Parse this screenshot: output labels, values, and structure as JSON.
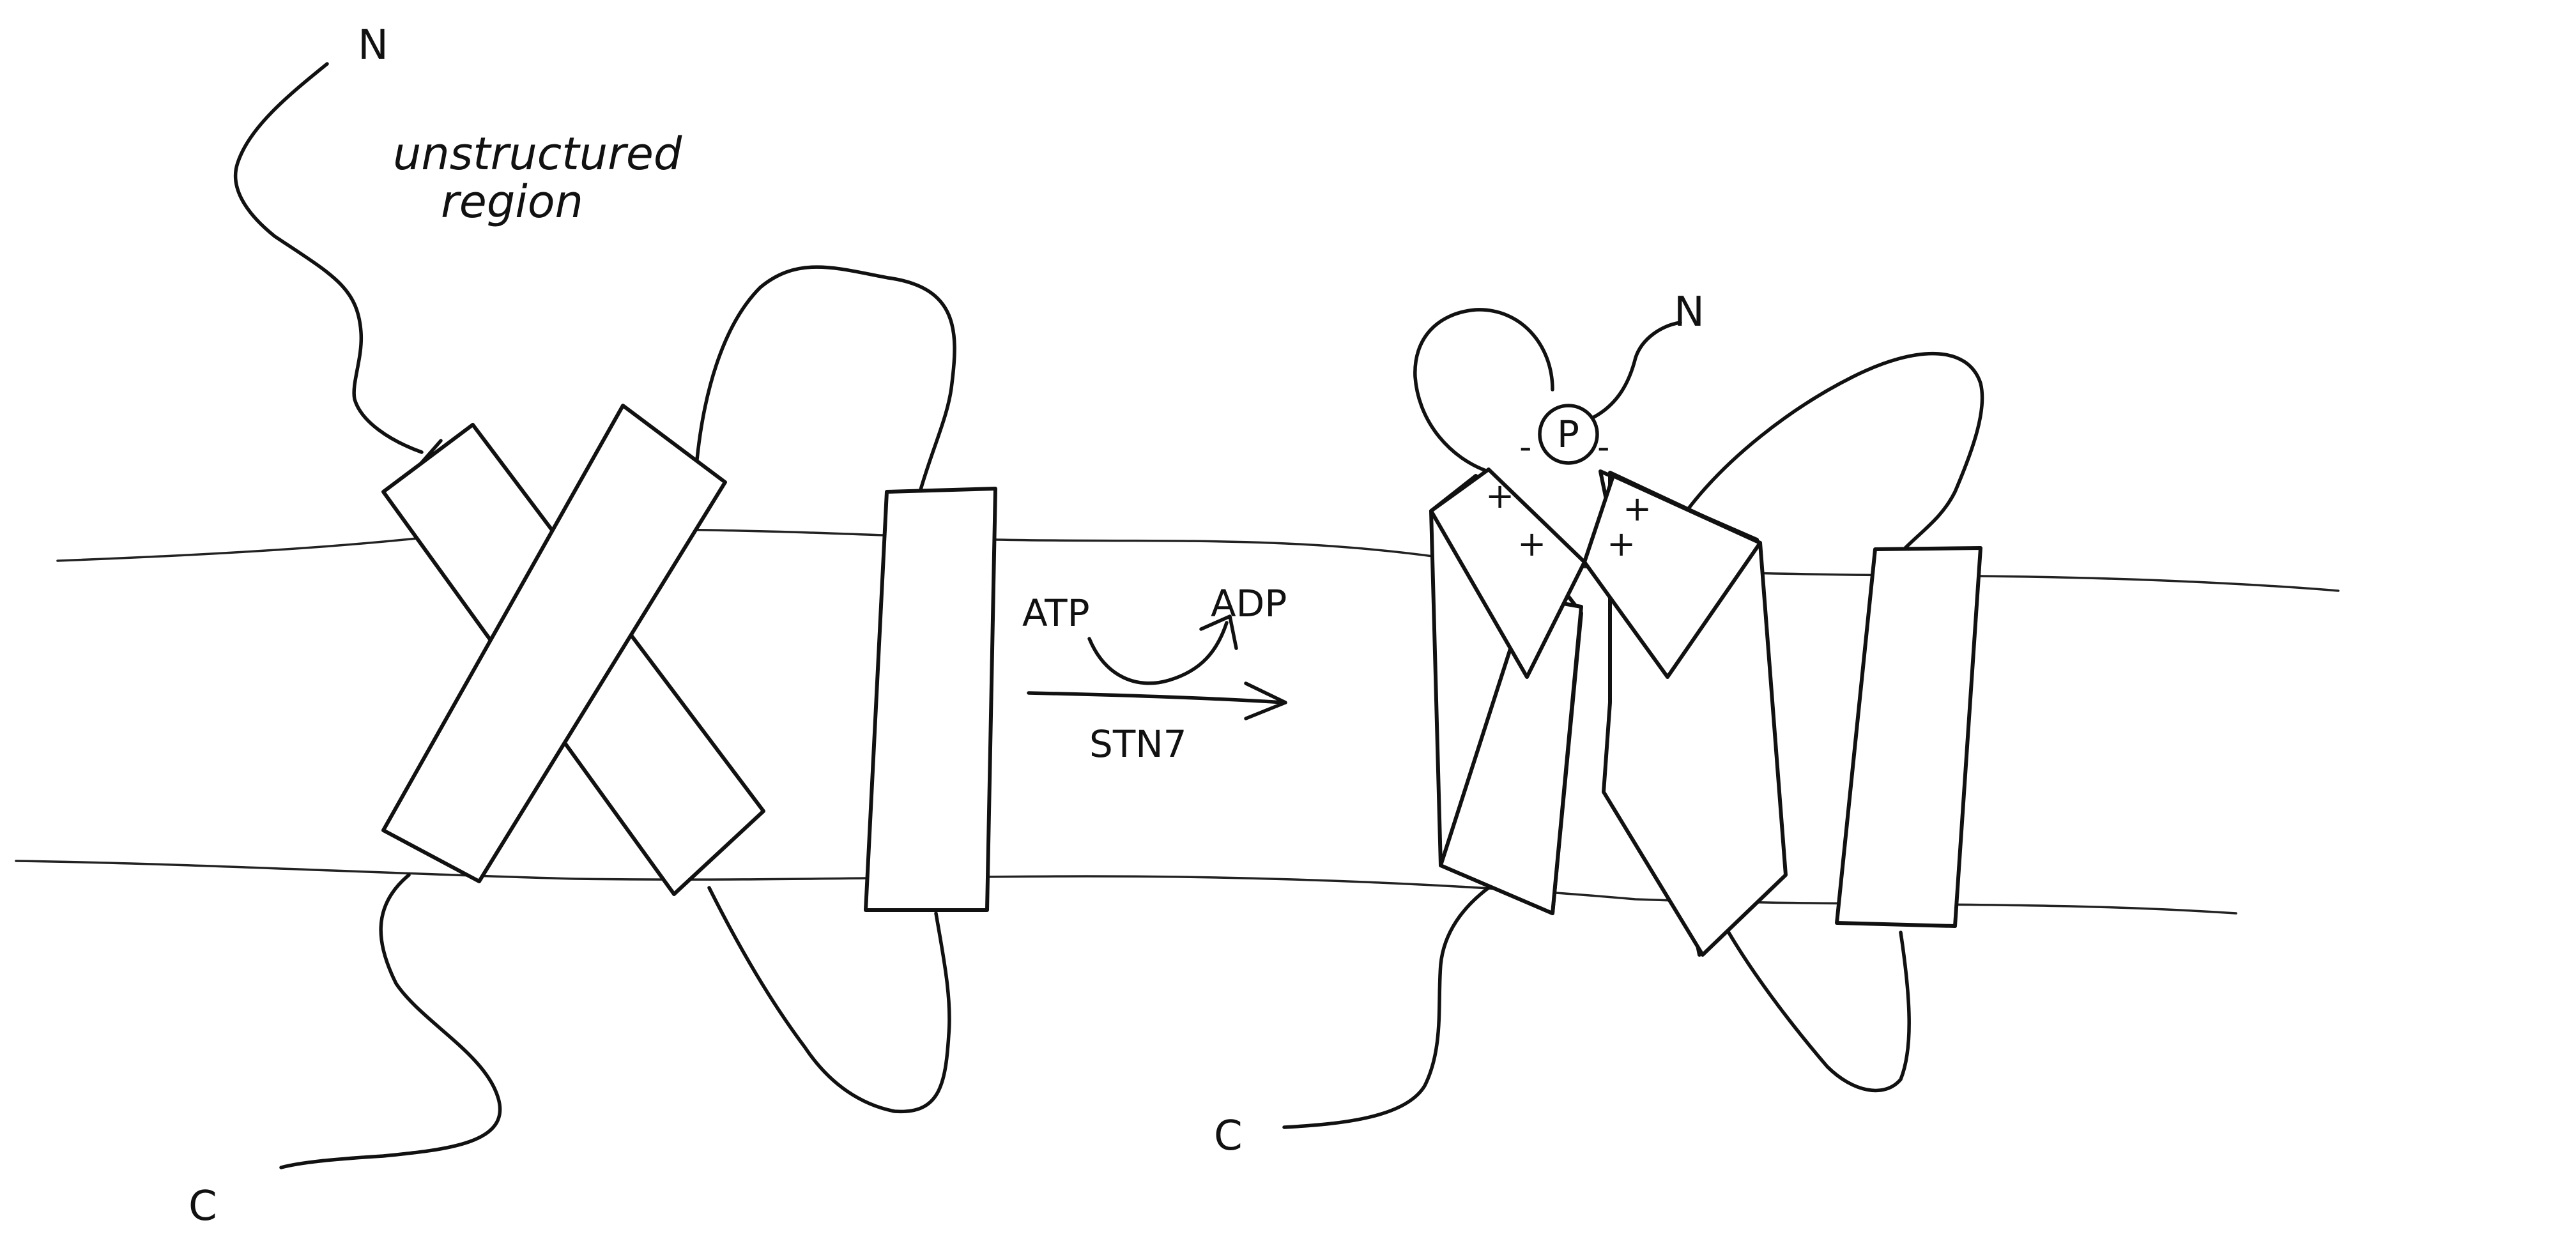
{
  "diagram": {
    "left_protein": {
      "n_terminus": "N",
      "c_terminus": "C",
      "annotation_line1": "unstructured",
      "annotation_line2": "region"
    },
    "reaction": {
      "substrate": "ATP",
      "product": "ADP",
      "enzyme": "STN7"
    },
    "right_protein": {
      "n_terminus": "N",
      "c_terminus": "C",
      "phospho_label": "P",
      "charges": [
        "+",
        "+",
        "+",
        "+",
        "-",
        "-"
      ]
    }
  }
}
